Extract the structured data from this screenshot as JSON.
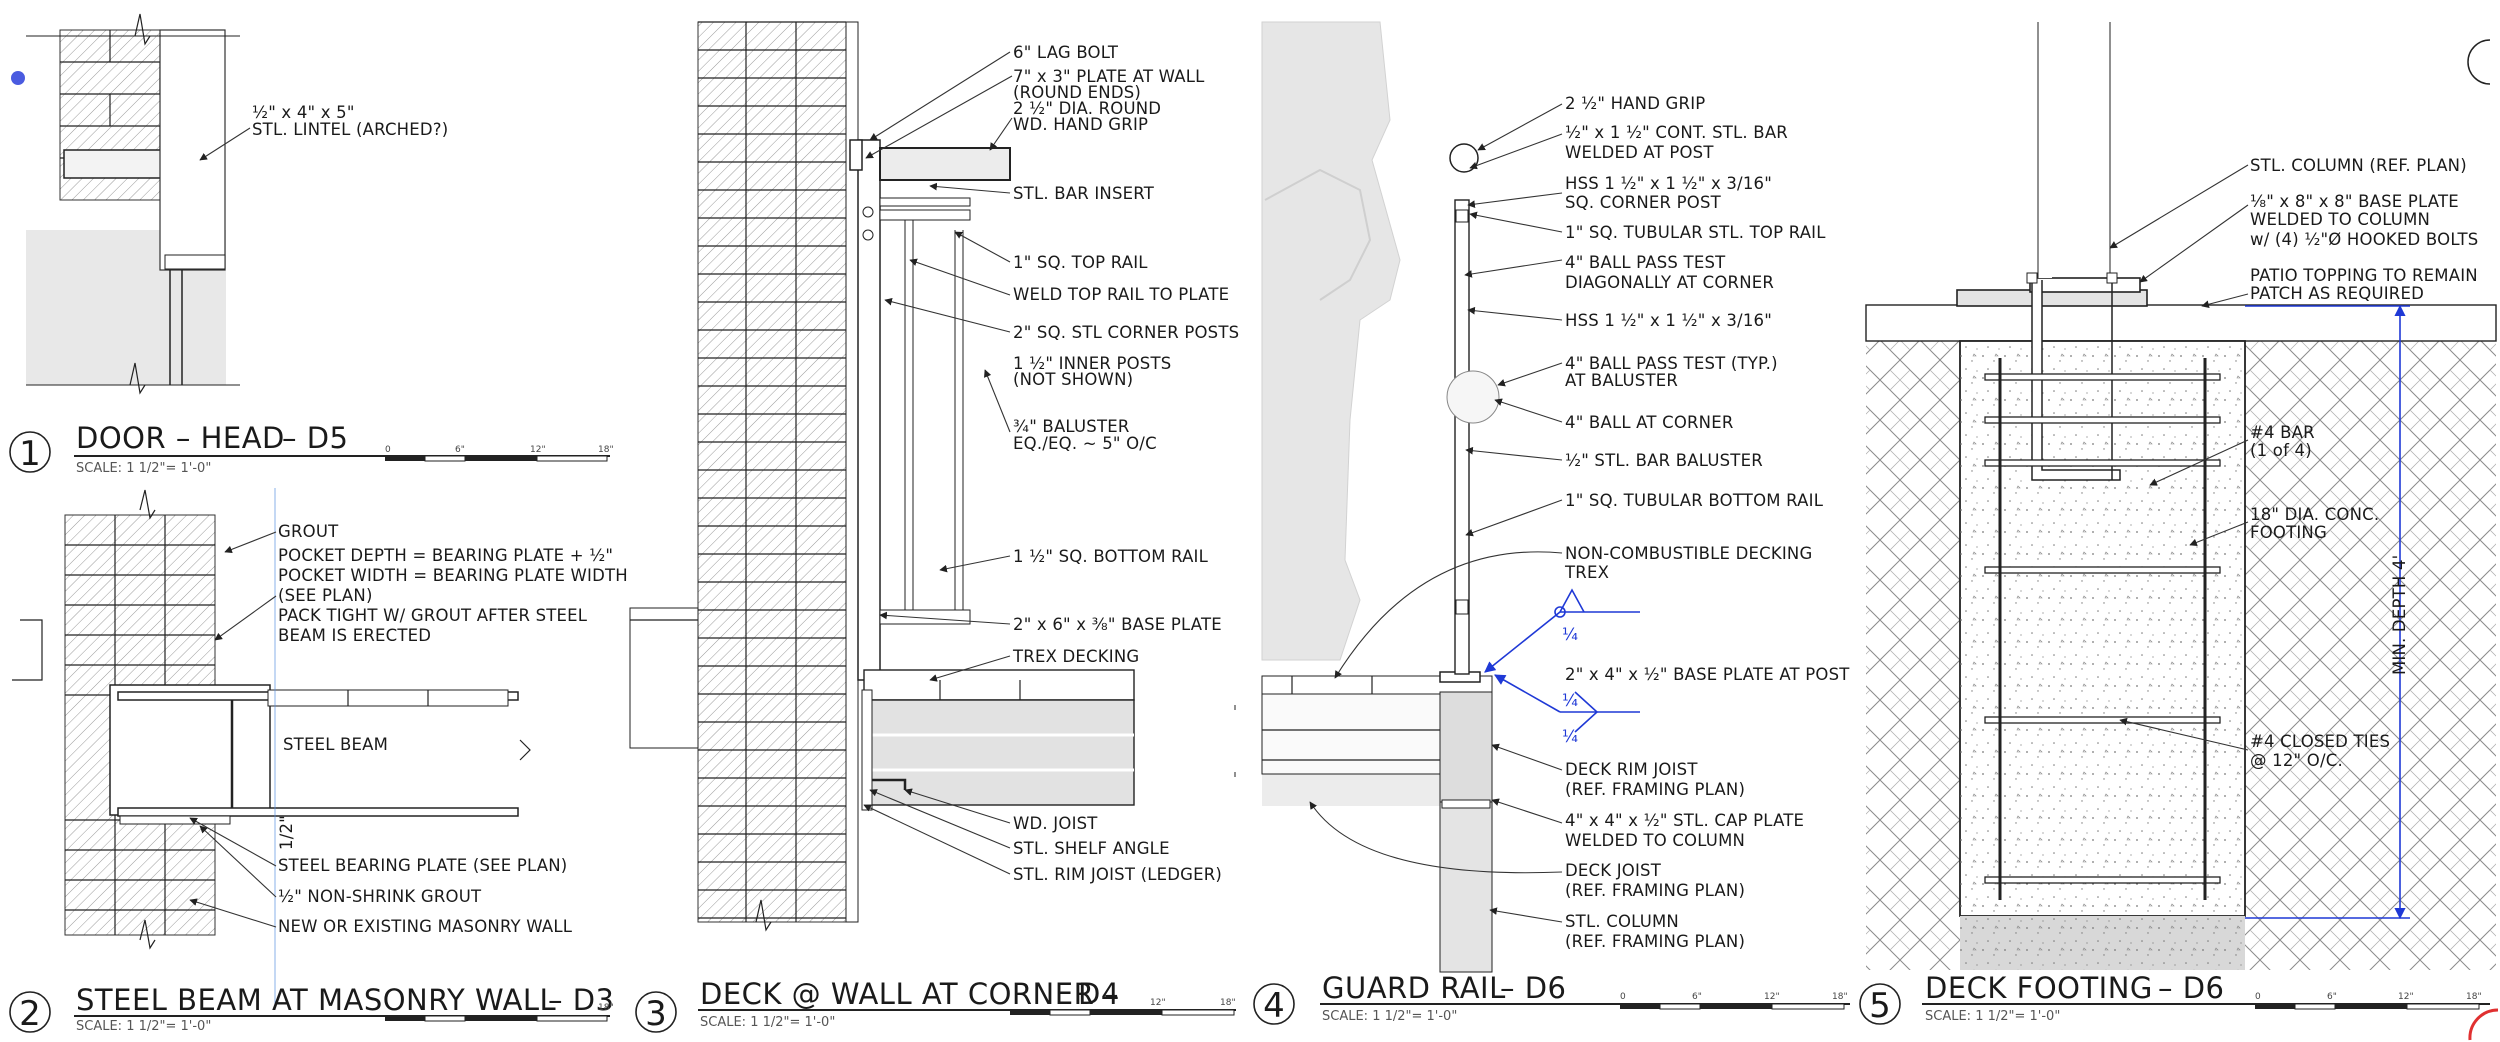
{
  "colors": {
    "ink": "#1a1a1a",
    "weld_markup": "#1f39d6",
    "ghost_fill": "#e6e6e6"
  },
  "details": [
    {
      "number": "1",
      "title": "DOOR – HEAD",
      "ref": "– D5",
      "scale": "SCALE: 1 1/2\"= 1'-0\"",
      "callouts": [
        "½\" x 4\" x 5\"",
        "STL. LINTEL (ARCHED?)"
      ]
    },
    {
      "number": "2",
      "title": "STEEL BEAM AT MASONRY WALL",
      "ref": "– D3",
      "scale": "SCALE: 1 1/2\"= 1'-0\"",
      "callouts": [
        "GROUT",
        "POCKET DEPTH = BEARING PLATE + ½\"",
        "POCKET WIDTH = BEARING PLATE WIDTH",
        "(SEE PLAN)",
        "PACK TIGHT W/ GROUT AFTER STEEL",
        "BEAM IS ERECTED",
        "STEEL BEAM",
        "1/2\"",
        "STEEL BEARING PLATE (SEE PLAN)",
        "½\" NON-SHRINK GROUT",
        "NEW OR EXISTING MASONRY WALL"
      ]
    },
    {
      "number": "3",
      "title": "DECK @ WALL AT CORNER –",
      "ref": "D4",
      "scale": "SCALE: 1 1/2\"= 1'-0\"",
      "callouts": [
        "6\" LAG BOLT",
        "7\" x 3\" PLATE AT WALL",
        "(ROUND ENDS)",
        "2 ½\" DIA. ROUND",
        "WD. HAND GRIP",
        "STL. BAR INSERT",
        "1\" SQ. TOP RAIL",
        "WELD TOP RAIL TO PLATE",
        "2\" SQ. STL CORNER POSTS",
        "1 ½\" INNER POSTS",
        "(NOT SHOWN)",
        "¾\" BALUSTER",
        "EQ./EQ. ~ 5\" O/C",
        "1 ½\" SQ. BOTTOM RAIL",
        "2\" x 6\" x ⅜\" BASE PLATE",
        "TREX DECKING",
        "WD. JOIST",
        "STL. SHELF ANGLE",
        "STL. RIM JOIST (LEDGER)"
      ]
    },
    {
      "number": "4",
      "title": "GUARD RAIL",
      "ref": "– D6",
      "scale": "SCALE: 1 1/2\"= 1'-0\"",
      "callouts": [
        "2 ½\" HAND GRIP",
        "½\" x 1 ½\" CONT. STL. BAR",
        "WELDED AT POST",
        "HSS 1 ½\" x 1 ½\" x 3/16\"",
        "SQ. CORNER POST",
        "1\" SQ. TUBULAR STL. TOP RAIL",
        "4\" BALL PASS TEST",
        "DIAGONALLY AT CORNER",
        "HSS 1 ½\" x 1 ½\" x 3/16\"",
        "4\" BALL PASS TEST (TYP.)",
        "AT BALUSTER",
        "4\" BALL AT CORNER",
        "½\" STL. BAR BALUSTER",
        "1\" SQ. TUBULAR BOTTOM RAIL",
        "NON-COMBUSTIBLE DECKING",
        "TREX",
        "2\" x 4\" x ½\" BASE PLATE AT POST",
        "DECK RIM JOIST",
        "(REF. FRAMING PLAN)",
        "4\" x 4\" x ½\" STL. CAP PLATE",
        "WELDED TO COLUMN",
        "DECK JOIST",
        "(REF. FRAMING PLAN)",
        "STL. COLUMN",
        "(REF. FRAMING PLAN)"
      ],
      "weld_symbols": [
        "¼",
        "¼",
        "¼"
      ]
    },
    {
      "number": "5",
      "title": "DECK FOOTING",
      "ref": "– D6",
      "scale": "SCALE: 1 1/2\"= 1'-0\"",
      "callouts": [
        "STL. COLUMN (REF. PLAN)",
        "⅛\" x 8\" x 8\" BASE PLATE",
        "WELDED TO COLUMN",
        "w/ (4) ½\"Ø HOOKED BOLTS",
        "PATIO TOPPING TO REMAIN",
        "PATCH AS REQUIRED",
        "#4 BAR",
        "(1 of 4)",
        "18\" DIA. CONC.",
        "FOOTING",
        "MIN. DEPTH 4'",
        "#4 CLOSED TIES",
        "@ 12\" O/C."
      ]
    }
  ],
  "scale_bar_ticks": [
    "0",
    "6\"",
    "12\"",
    "18\""
  ]
}
